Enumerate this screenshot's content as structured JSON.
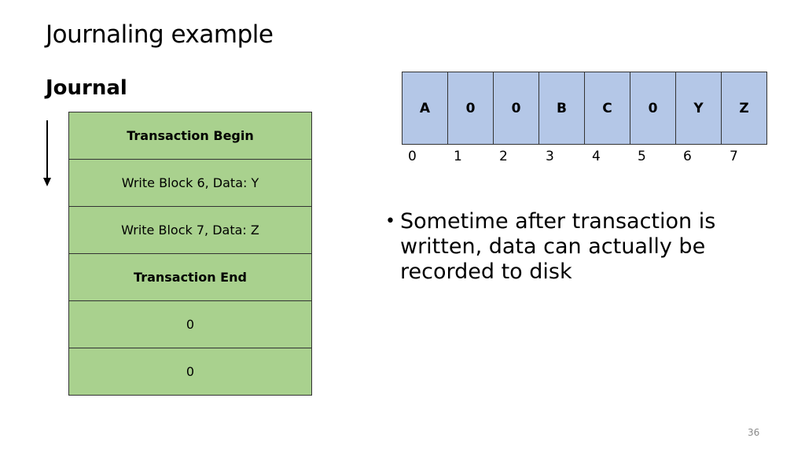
{
  "title": "Journaling example",
  "journal": {
    "heading": "Journal",
    "rows": [
      {
        "text": "Transaction Begin"
      },
      {
        "text": "Write Block 6, Data: Y"
      },
      {
        "text": "Write Block 7, Data: Z"
      },
      {
        "text": "Transaction End"
      },
      {
        "text": "0"
      },
      {
        "text": "0"
      }
    ]
  },
  "disk": {
    "blocks": [
      "A",
      "0",
      "0",
      "B",
      "C",
      "0",
      "Y",
      "Z"
    ],
    "indices": [
      "0",
      "1",
      "2",
      "3",
      "4",
      "5",
      "6",
      "7"
    ]
  },
  "bullet": {
    "marker": "•",
    "text": "Sometime after transaction is written, data can actually be recorded to disk"
  },
  "page_number": "36",
  "colors": {
    "journal_fill": "#a9d18e",
    "disk_fill": "#b4c7e7",
    "border": "#333333"
  }
}
